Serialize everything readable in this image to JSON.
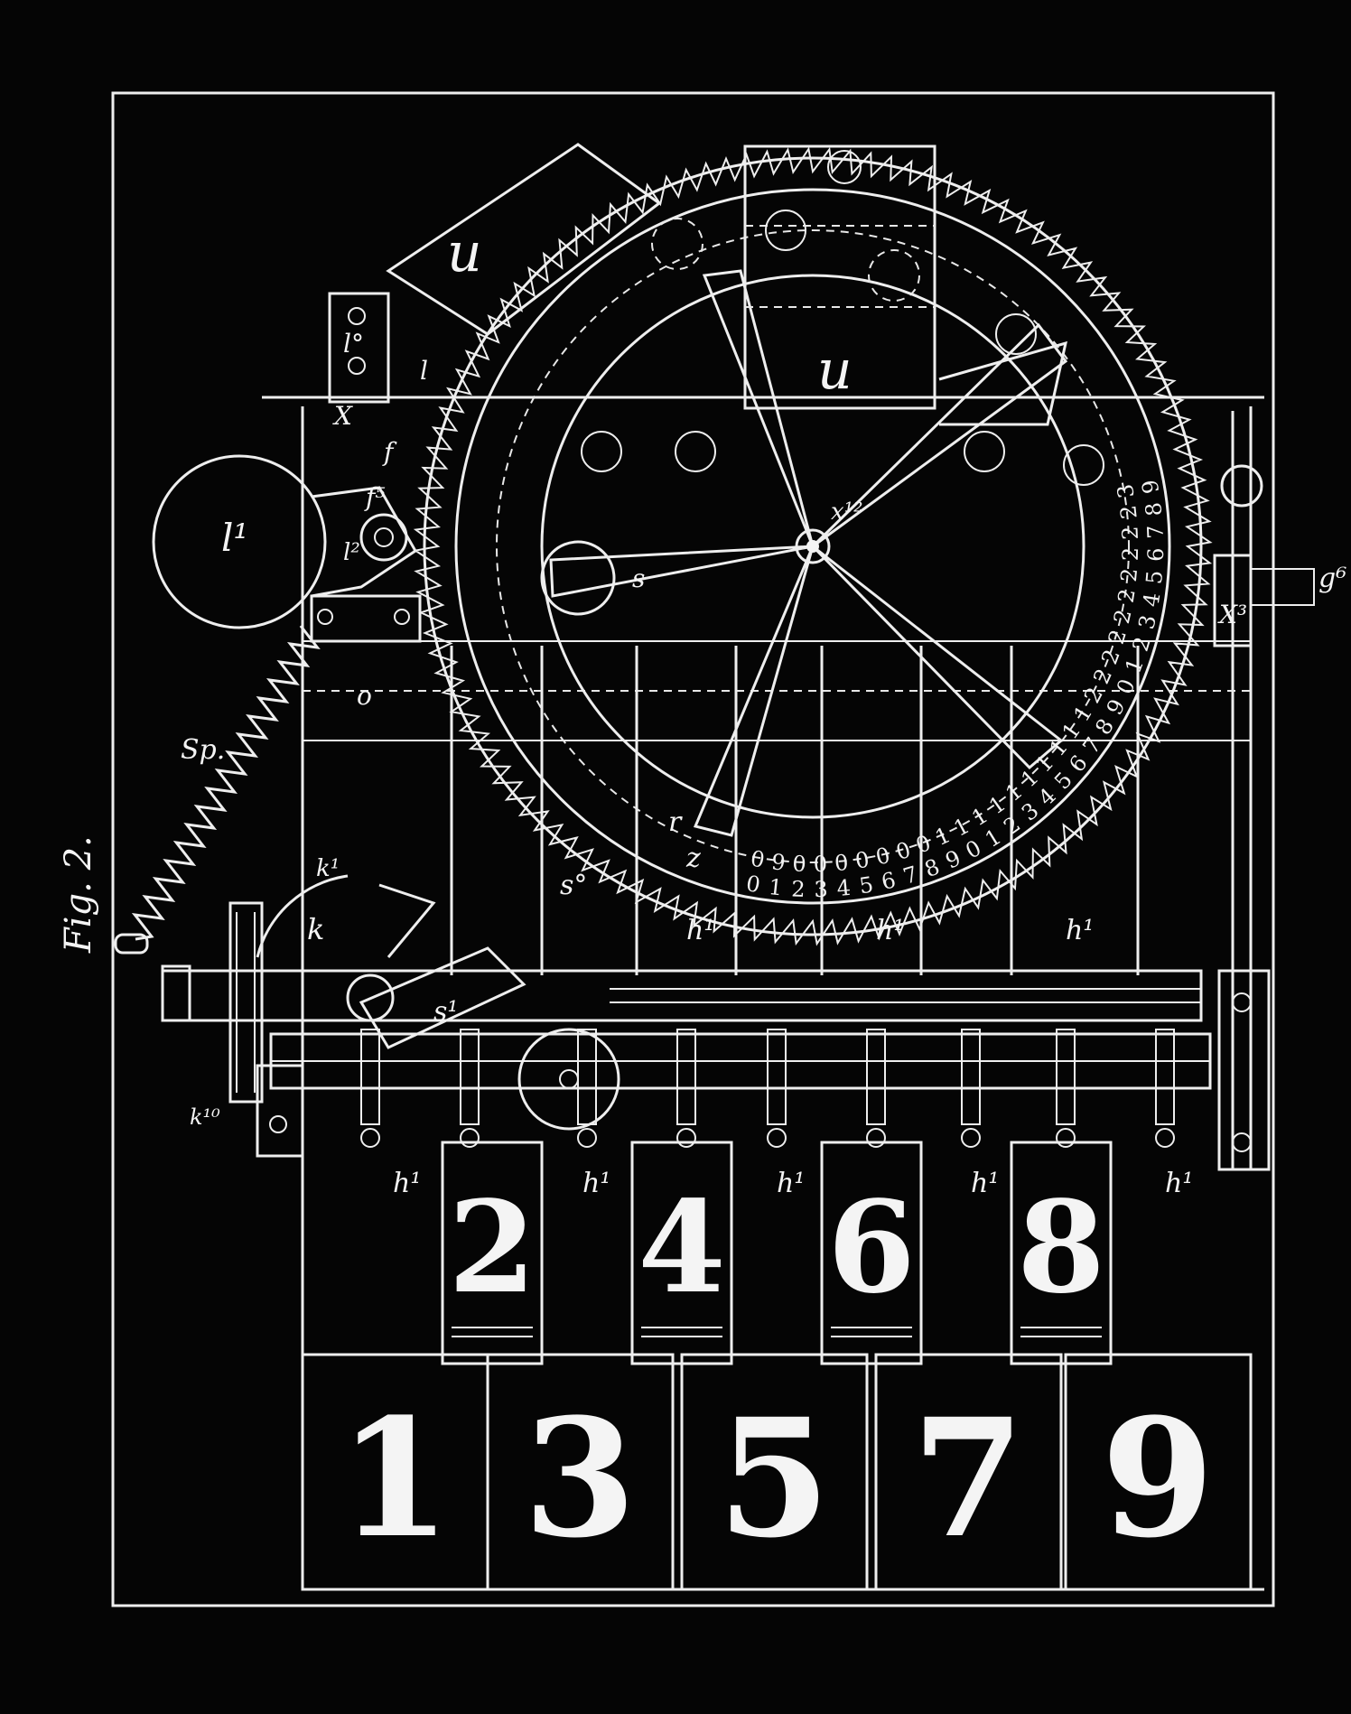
{
  "figure": {
    "caption": "Fig. 2."
  },
  "keys": {
    "lower": [
      "1",
      "3",
      "5",
      "7",
      "9"
    ],
    "upper": [
      "2",
      "4",
      "6",
      "8"
    ]
  },
  "dial": {
    "tens_row": [
      "0",
      "9",
      "0",
      "0",
      "0",
      "0",
      "0",
      "0",
      "0",
      "1",
      "1",
      "1",
      "1",
      "1",
      "1",
      "1",
      "1",
      "1",
      "1",
      "2",
      "2",
      "2",
      "2",
      "2",
      "2",
      "2",
      "2",
      "2",
      "2",
      "3"
    ],
    "units_row": [
      "0",
      "1",
      "2",
      "3",
      "4",
      "5",
      "6",
      "7",
      "8",
      "9",
      "0",
      "1",
      "2",
      "3",
      "4",
      "5",
      "6",
      "7",
      "8",
      "9",
      "0",
      "1",
      "2",
      "3",
      "4",
      "5",
      "6",
      "7",
      "8",
      "9"
    ]
  },
  "labels": {
    "l1": "l¹",
    "l2": "l²",
    "l3": "l°",
    "l4": "l",
    "u1": "u",
    "u2": "u",
    "X": "X",
    "X3": "X³",
    "f": "f",
    "f5": "f⁵",
    "Sp": "Sp.",
    "o_a": "o",
    "s0": "s°",
    "s1": "s¹",
    "s2": "s",
    "k": "k",
    "k1": "k¹",
    "k10": "k¹⁰",
    "h1": "h¹",
    "x12": "x¹²",
    "g6": "g⁶",
    "r": "r",
    "z": "z"
  },
  "colors": {
    "background": "#050505",
    "ink": "#eeeeee"
  }
}
